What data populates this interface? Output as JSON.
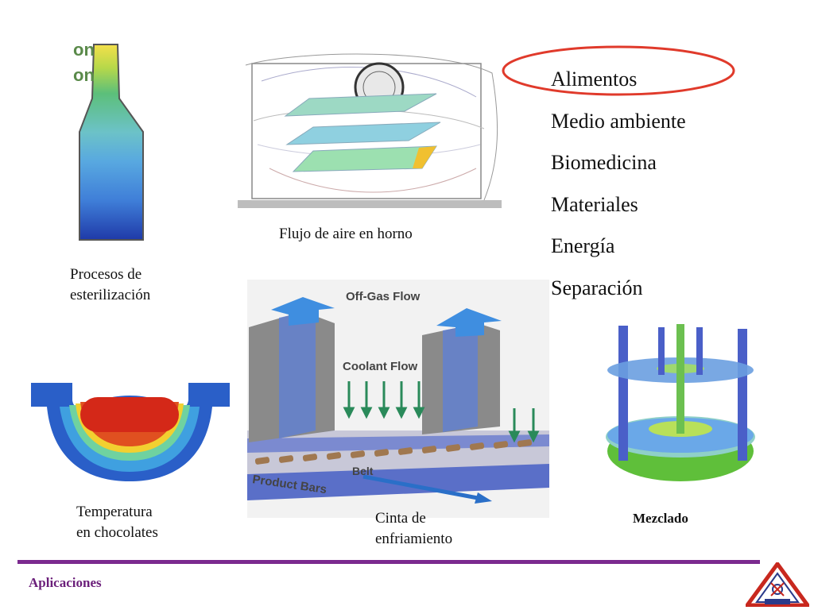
{
  "list": {
    "items": [
      "Alimentos",
      "Medio ambiente",
      "Biomedicina",
      "Materiales",
      "Energía",
      "Separación"
    ],
    "highlight_color": "#e03a2b"
  },
  "images": {
    "bottle": {
      "caption_line1": "Procesos de",
      "caption_line2": "esterilización",
      "partial_text": [
        "on",
        "on"
      ]
    },
    "oven": {
      "caption": "Flujo de aire en horno"
    },
    "chocolate": {
      "caption_line1": "Temperatura",
      "caption_line2": "en chocolates"
    },
    "belt": {
      "caption_line1": "Cinta de",
      "caption_line2": "enfriamiento",
      "labels": {
        "offgas": "Off-Gas Flow",
        "coolant": "Coolant Flow",
        "belt": "Belt",
        "product": "Product Bars"
      }
    },
    "mixer": {
      "caption": "Mezclado"
    }
  },
  "footer": {
    "label": "Aplicaciones",
    "line_color": "#7b2a8f",
    "label_color": "#6b1f7a"
  }
}
